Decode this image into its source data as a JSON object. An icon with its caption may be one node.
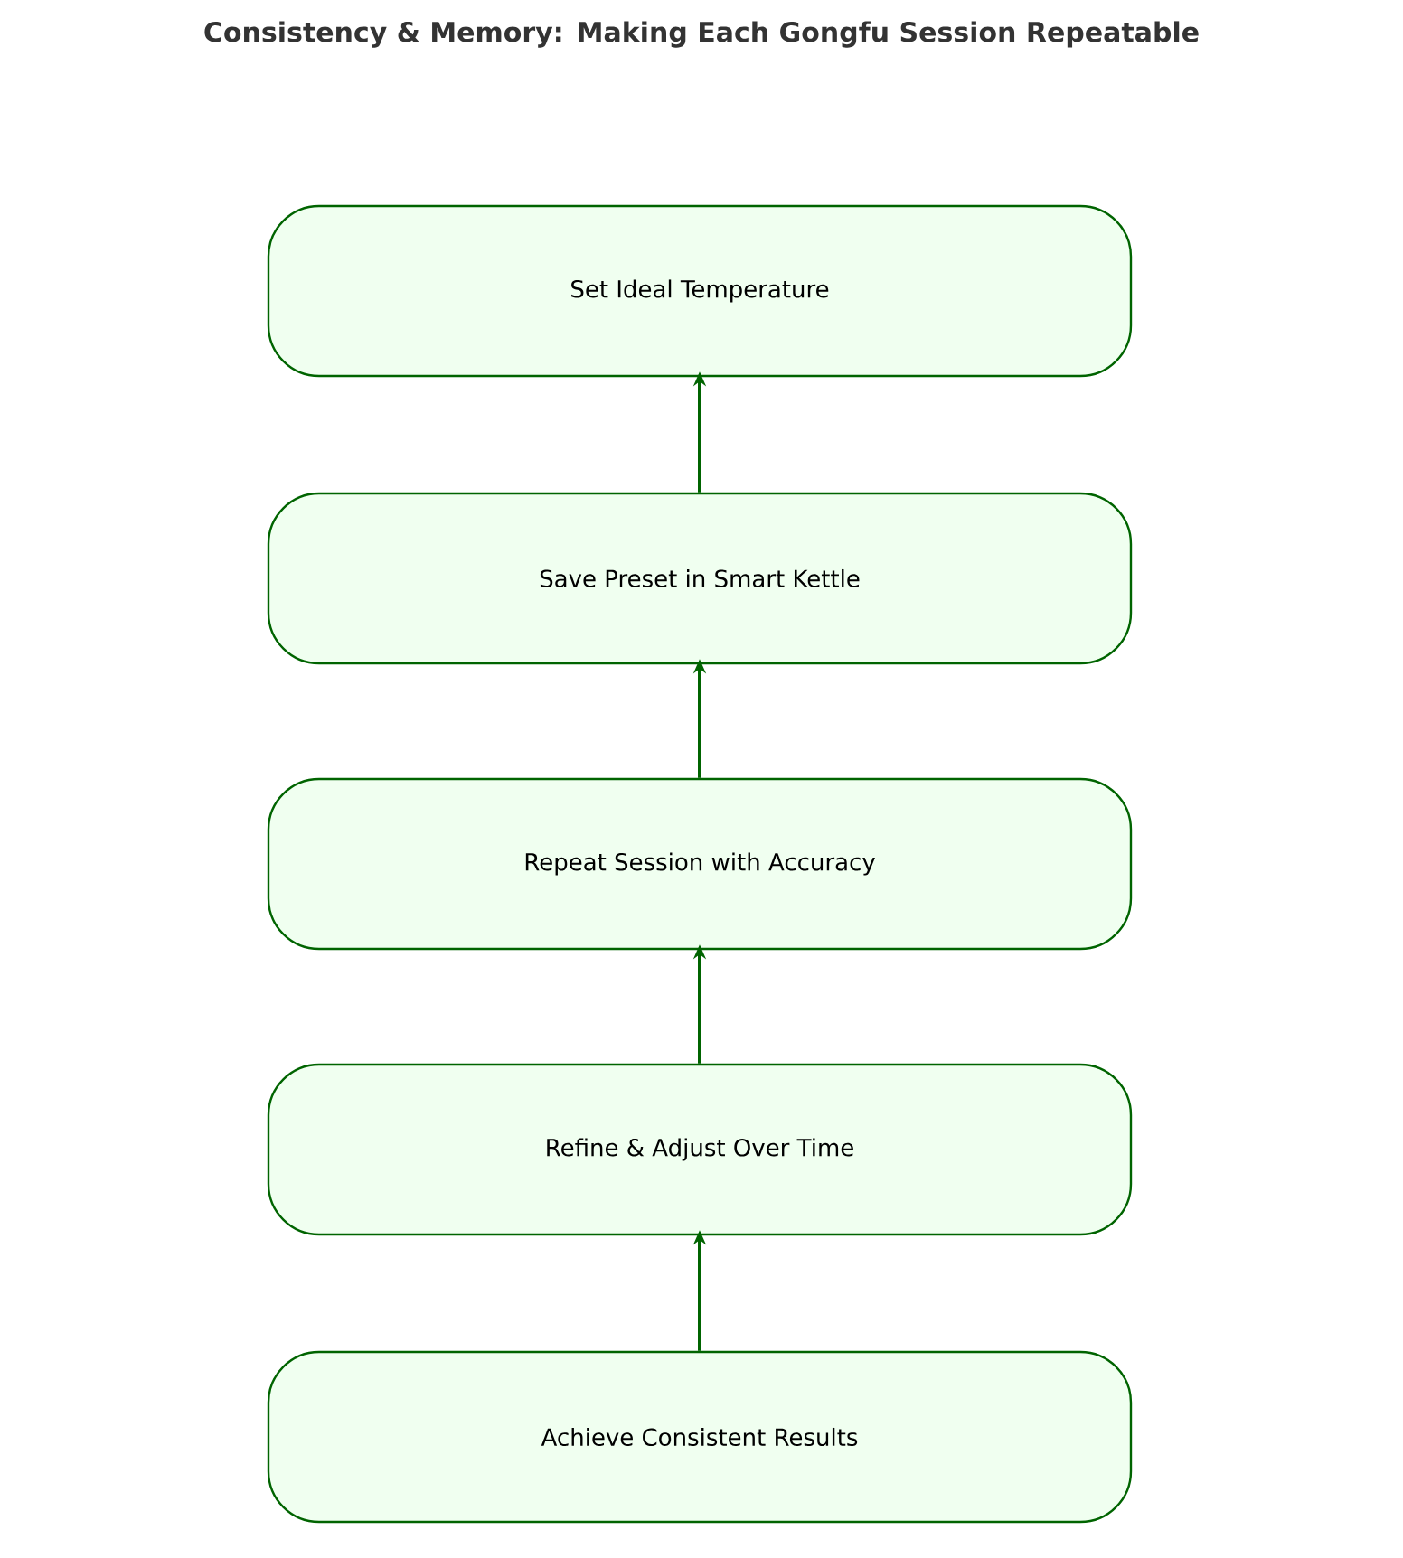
{
  "diagram": {
    "title": "Consistency & Memory: Making Each Gongfu Session Repeatable",
    "nodes": [
      {
        "text": [
          "Set Ideal Temperature"
        ]
      },
      {
        "text": [
          "Save Preset in Smart Kettle"
        ]
      },
      {
        "text": [
          "Repeat Session with Accuracy"
        ]
      },
      {
        "text": [
          "Refine & Adjust Over Time"
        ]
      },
      {
        "text": [
          "Achieve Consistent Results"
        ]
      }
    ],
    "edges": [
      {
        "from": 1,
        "to": 0,
        "arrow": "to"
      },
      {
        "from": 2,
        "to": 1,
        "arrow": "to"
      },
      {
        "from": 3,
        "to": 2,
        "arrow": "to"
      },
      {
        "from": 4,
        "to": 3,
        "arrow": "to"
      }
    ]
  }
}
